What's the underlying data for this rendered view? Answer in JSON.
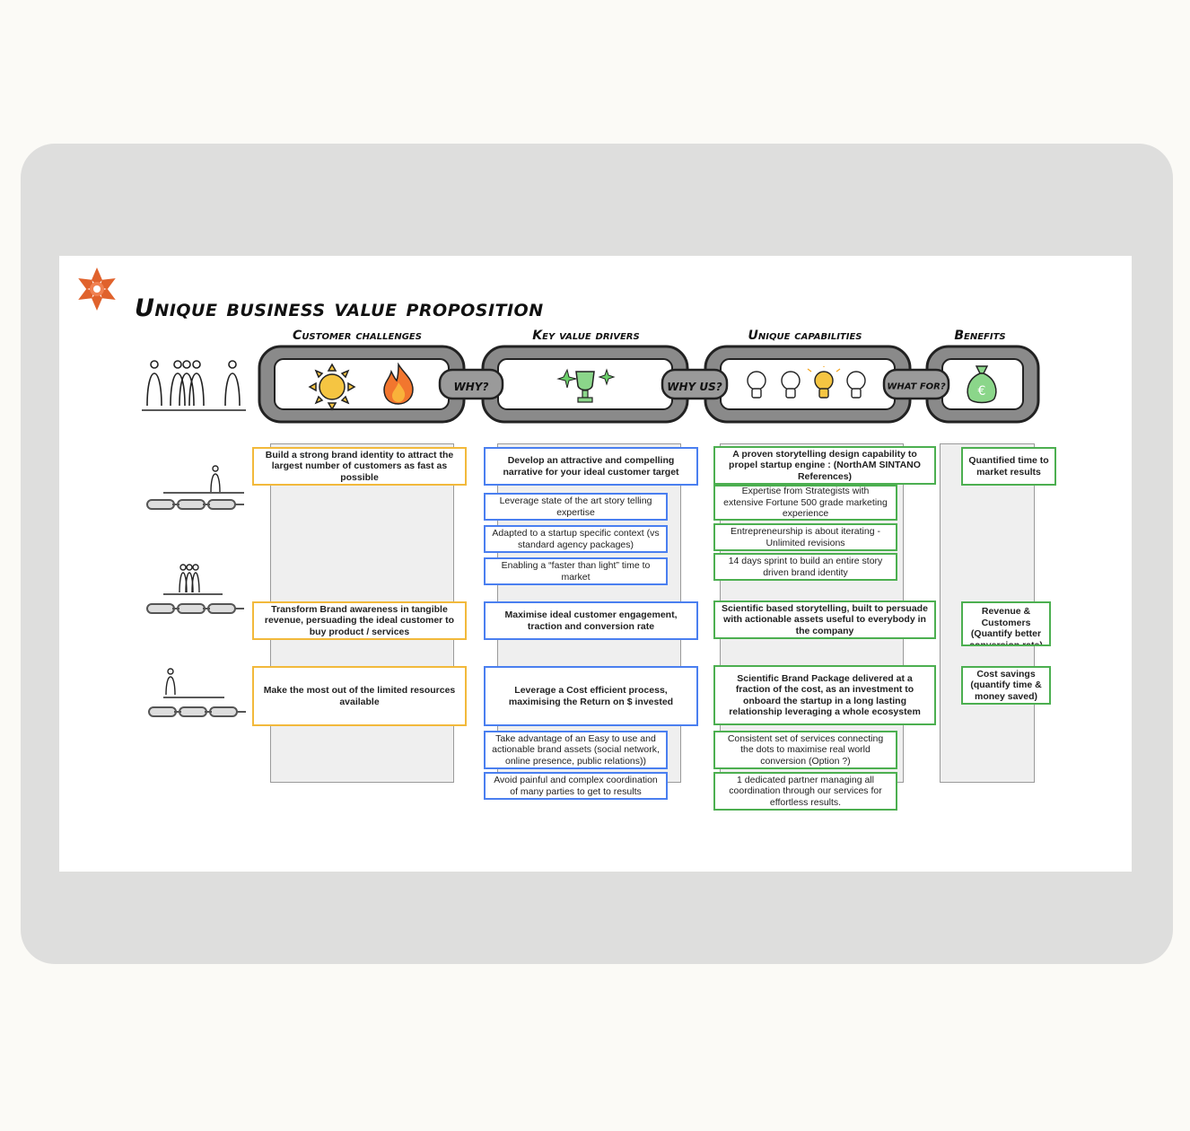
{
  "title": "Unique business value proposition",
  "headers": {
    "challenges": "Customer challenges",
    "drivers": "Key value drivers",
    "capabilities": "Unique capabilities",
    "benefits": "Benefits"
  },
  "links": {
    "why": "WHY?",
    "why_us": "WHY US?",
    "what_for": "WHAT FOR?"
  },
  "challenges": [
    "Build a strong brand identity to attract the largest number of customers as fast as possible",
    "Transform Brand awareness in tangible revenue, persuading the ideal customer to buy product / services",
    "Make the most out of the limited resources available"
  ],
  "drivers": [
    "Develop an attractive and compelling narrative for your ideal customer target",
    "Leverage state of the art story telling expertise",
    "Adapted to a startup specific context (vs standard agency packages)",
    "Enabling a “faster than light” time to market",
    "Maximise ideal customer engagement, traction and conversion rate",
    "Leverage a Cost efficient process, maximising the Return on $ invested",
    "Take advantage of an Easy to use and actionable brand assets (social network, online presence, public relations))",
    "Avoid painful and complex coordination of many parties to get to results"
  ],
  "capabilities": [
    "A proven storytelling design capability to propel startup engine : (NorthAM SINTANO References)",
    "Expertise from Strategists with extensive Fortune 500 grade marketing experience",
    "Entrepreneurship is about iterating - Unlimited revisions",
    "14 days sprint to build an entire story driven brand identity",
    "Scientific based storytelling, built to persuade with actionable assets useful to everybody in the company",
    "Scientific Brand Package delivered at a fraction of the cost, as an investment to onboard the startup in a long lasting relationship leveraging a whole ecosystem",
    "Consistent set of services connecting the dots to maximise real world conversion (Option ?)",
    "1 dedicated partner managing all coordination through our services for effortless results."
  ],
  "benefits": [
    "Quantified time to market results",
    "Revenue & Customers (Quantify better conversion rate)",
    "Cost savings (quantify time & money saved)"
  ],
  "colors": {
    "challenge": "#f2b93b",
    "driver": "#4a7ff0",
    "capability": "#4caf50",
    "logo": "#e0622c"
  },
  "icons": [
    "logo-star-icon",
    "people-group-icon",
    "sun-icon",
    "fire-icon",
    "trophy-icon",
    "lightbulb-icon",
    "money-bag-icon",
    "person-icon",
    "chain-icon"
  ]
}
